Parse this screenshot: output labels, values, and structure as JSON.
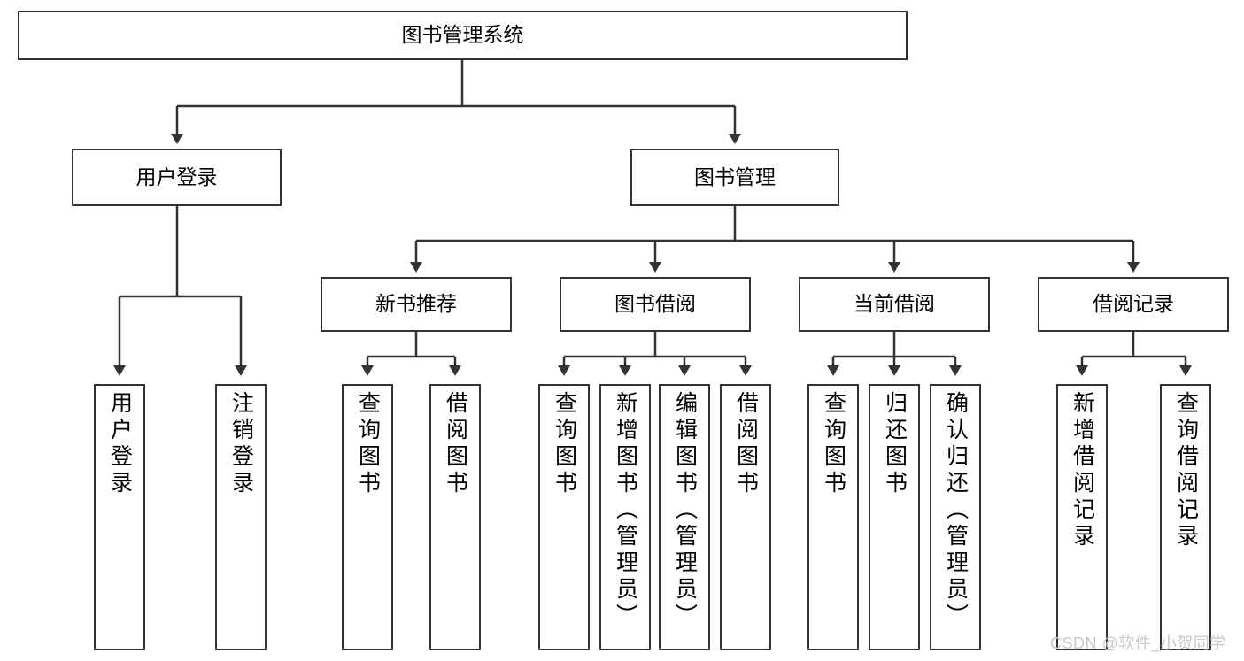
{
  "diagram": {
    "title": "图书管理系统",
    "type": "tree-hierarchy-chart",
    "orientation": "top-down",
    "colors": {
      "box_border": "#333333",
      "box_fill": "#ffffff",
      "edge": "#333333",
      "text": "#000000",
      "watermark": "#c9c9c9"
    },
    "root": {
      "label": "图书管理系统"
    },
    "level1": [
      {
        "label": "用户登录"
      },
      {
        "label": "图书管理"
      }
    ],
    "level2": [
      {
        "label": "新书推荐"
      },
      {
        "label": "图书借阅"
      },
      {
        "label": "当前借阅"
      },
      {
        "label": "借阅记录"
      }
    ],
    "leaves": {
      "user_login": [
        {
          "label": "用户登录"
        },
        {
          "label": "注销登录"
        }
      ],
      "new_book_recommend": [
        {
          "label": "查询图书"
        },
        {
          "label": "借阅图书"
        }
      ],
      "book_borrow": [
        {
          "label": "查询图书"
        },
        {
          "label": "新增图书（管理员）"
        },
        {
          "label": "编辑图书（管理员）"
        },
        {
          "label": "借阅图书"
        }
      ],
      "current_borrow": [
        {
          "label": "查询图书"
        },
        {
          "label": "归还图书"
        },
        {
          "label": "确认归还（管理员）"
        }
      ],
      "borrow_record": [
        {
          "label": "新增借阅记录"
        },
        {
          "label": "查询借阅记录"
        }
      ]
    },
    "watermark": "CSDN @软件_小贺同学"
  }
}
